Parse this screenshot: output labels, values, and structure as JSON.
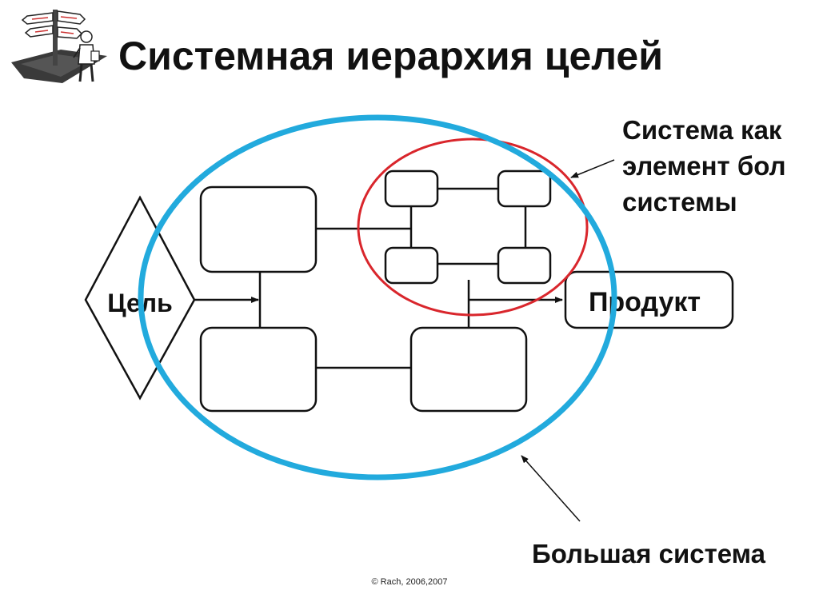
{
  "title": "Системная иерархия целей",
  "labels": {
    "goal": "Цель",
    "product": "Продукт"
  },
  "annotations": {
    "subsystem_lines": [
      "Система как",
      "элемент бол",
      "системы"
    ],
    "big_system": "Большая система"
  },
  "footer": "© Rach, 2006,2007",
  "colors": {
    "big_system_ellipse": "#22aadd",
    "subsystem_ellipse": "#d9262c",
    "lines": "#111111",
    "background": "#ffffff"
  },
  "icons": [
    "signpost-person-clipart-icon"
  ]
}
